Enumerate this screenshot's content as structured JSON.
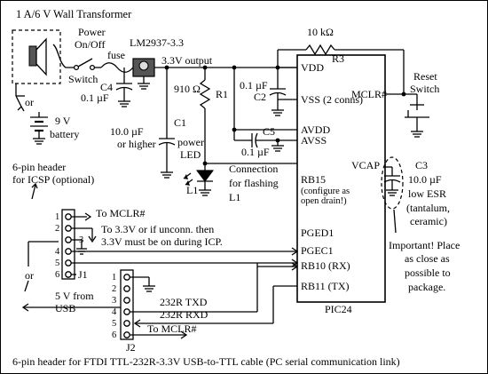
{
  "labels": {
    "wall_transformer": "1 A/6 V Wall Transformer",
    "power_switch_1": "Power",
    "power_switch_2": "On/Off",
    "power_switch_3": "Switch",
    "fuse": "fuse",
    "regulator": "LM2937-3.3",
    "output": "3.3V output",
    "c4_name": "C4",
    "c4_value": "0.1 µF",
    "or_1": "or",
    "battery_1": "9 V",
    "battery_2": "battery",
    "r1_value": "910 Ω",
    "r1_name": "R1",
    "c1_name": "C1",
    "c1_value_1": "10.0 µF",
    "c1_value_2": "or higher",
    "power_led_1": "power",
    "power_led_2": "LED",
    "l1_name": "L1",
    "r3_value": "10 kΩ",
    "r3_name": "R3",
    "vdd": "VDD",
    "c2_value": "0.1 µF",
    "c2_name": "C2",
    "vss": "VSS (2 conns)",
    "avdd": "AVDD",
    "avss": "AVSS",
    "c5_name": "C5",
    "c5_value": "0.1 µF",
    "mclr": "MCLR#",
    "reset_1": "Reset",
    "reset_2": "Switch",
    "vcap": "VCAP",
    "c3_name": "C3",
    "c3_value_1": "10.0 µF",
    "c3_value_2": "low ESR",
    "c3_value_3": "(tantalum,",
    "c3_value_4": "ceramic)",
    "rb15": "RB15",
    "rb15_note_1": "(configure as",
    "rb15_note_2": "open drain!)",
    "conn_1": "Connection",
    "conn_2": "for flashing",
    "conn_3": "L1",
    "icsp_1": "6-pin header",
    "icsp_2": "for ICSP (optional)",
    "to_mclr_1": "To MCLR#",
    "to_33v_1": "To 3.3V or if unconn. then",
    "to_33v_2": "3.3V must be on during ICP.",
    "pged1": "PGED1",
    "pgec1": "PGEC1",
    "rb10": "RB10 (RX)",
    "rb11": "RB11 (TX)",
    "pic": "PIC24",
    "important_1": "Important! Place",
    "important_2": "as close as",
    "important_3": "possible to",
    "important_4": "package.",
    "j1": "J1",
    "j2": "J2",
    "or_2": "or",
    "usb_1": "5 V from",
    "usb_2": "USB",
    "txd": "232R TXD",
    "rxd": "232R RXD",
    "to_mclr_2": "To MCLR#",
    "pin1": "1",
    "pin2": "2",
    "pin3": "3",
    "pin4": "4",
    "pin5": "5",
    "pin6": "6",
    "pin1b": "1",
    "pin2b": "2",
    "pin3b": "3",
    "pin4b": "4",
    "pin5b": "5",
    "pin6b": "6",
    "footer": "6-pin header for FTDI TTL-232R-3.3V USB-to-TTL cable (PC serial communication link)"
  }
}
